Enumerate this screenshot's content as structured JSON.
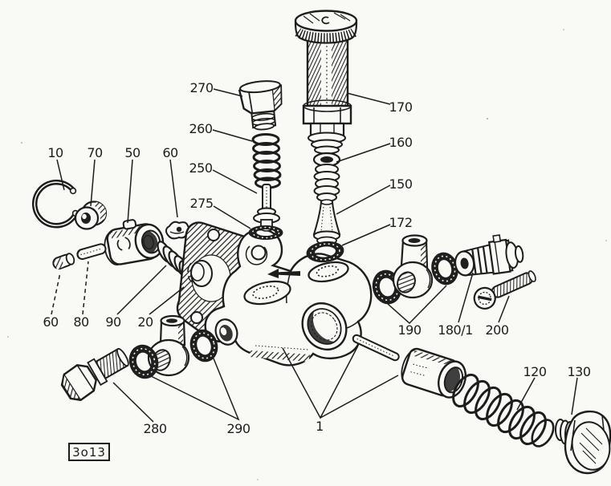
{
  "figure": {
    "number_box": "3o13",
    "ink_color": "#1d1d1c",
    "paper_color": "#f9f9f6"
  },
  "callouts": {
    "c10": "10",
    "c70": "70",
    "c50": "50",
    "c60_top": "60",
    "c270": "270",
    "c260": "260",
    "c250": "250",
    "c275": "275",
    "c170": "170",
    "c160": "160",
    "c150": "150",
    "c172": "172",
    "c60_bottom": "60",
    "c80": "80",
    "c90": "90",
    "c20": "20",
    "c190": "190",
    "c180_1": "180/1",
    "c200": "200",
    "c120": "120",
    "c130": "130",
    "c280": "280",
    "c290": "290",
    "c1": "1"
  }
}
